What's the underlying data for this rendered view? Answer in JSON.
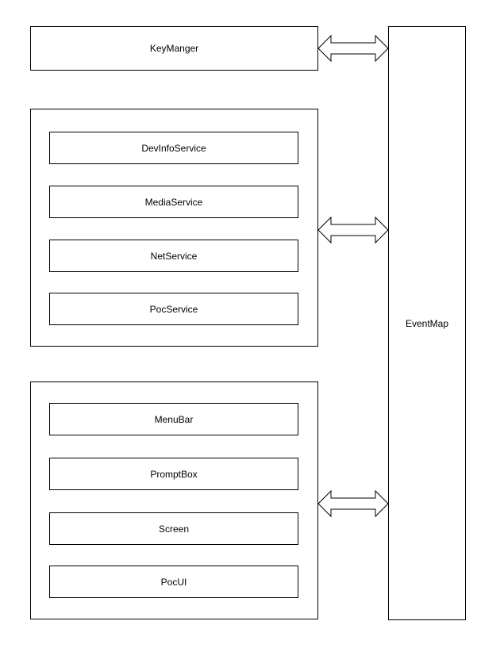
{
  "key_manager": {
    "label": "KeyManger"
  },
  "event_map": {
    "label": "EventMap"
  },
  "services": {
    "items": [
      {
        "label": "DevInfoService"
      },
      {
        "label": "MediaService"
      },
      {
        "label": "NetService"
      },
      {
        "label": "PocService"
      }
    ]
  },
  "ui": {
    "items": [
      {
        "label": "MenuBar"
      },
      {
        "label": "PromptBox"
      },
      {
        "label": "Screen"
      },
      {
        "label": "PocUI"
      }
    ]
  }
}
